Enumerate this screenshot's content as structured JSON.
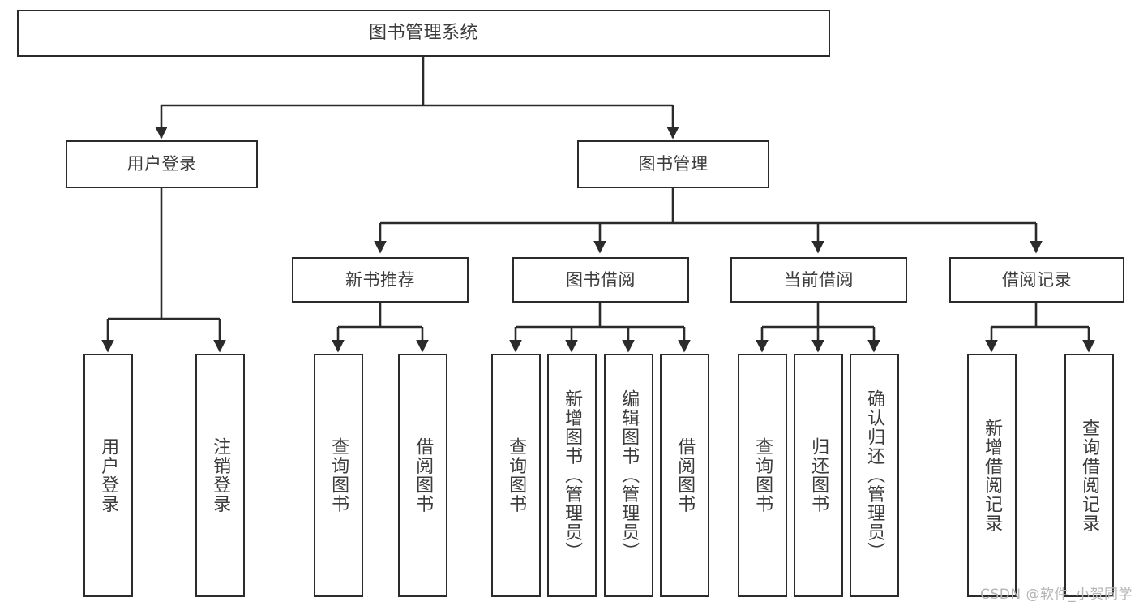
{
  "diagram": {
    "title": "图书管理系统",
    "watermark": "CSDN @软件_小贺同学",
    "colors": {
      "box_border": "#2b2b2b",
      "box_fill": "#ffffff",
      "text": "#3b3b3b",
      "edge": "#2b2b2b",
      "watermark": "#b4b4b4",
      "background": "#ffffff"
    },
    "nodes": {
      "root": {
        "label": "图书管理系统"
      },
      "level1": [
        {
          "label": "用户登录"
        },
        {
          "label": "图书管理"
        }
      ],
      "level2": [
        {
          "label": "新书推荐"
        },
        {
          "label": "图书借阅"
        },
        {
          "label": "当前借阅"
        },
        {
          "label": "借阅记录"
        }
      ],
      "leaves": {
        "user_login": [
          {
            "label": "用户登录"
          },
          {
            "label": "注销登录"
          }
        ],
        "new_book": [
          {
            "label": "查询图书"
          },
          {
            "label": "借阅图书"
          }
        ],
        "book_borrow": [
          {
            "label": "查询图书"
          },
          {
            "label": "新增图书（管理员）"
          },
          {
            "label": "编辑图书（管理员）"
          },
          {
            "label": "借阅图书"
          }
        ],
        "current_borrow": [
          {
            "label": "查询图书"
          },
          {
            "label": "归还图书"
          },
          {
            "label": "确认归还（管理员）"
          }
        ],
        "borrow_record": [
          {
            "label": "新增借阅记录"
          },
          {
            "label": "查询借阅记录"
          }
        ]
      }
    }
  }
}
